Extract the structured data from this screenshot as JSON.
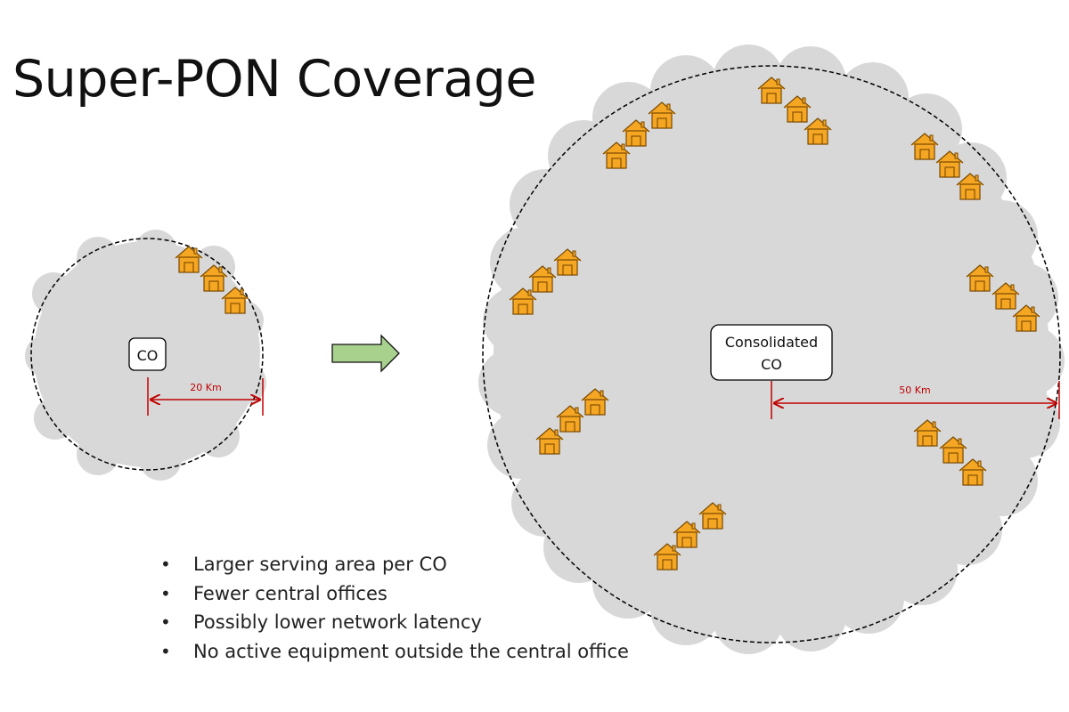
{
  "slide": {
    "title": "Super-PON Coverage",
    "bullets": [
      "Larger serving area per CO",
      "Fewer central offices",
      "Possibly lower network latency",
      "No active equipment outside the central office"
    ],
    "bullet_symbol": "•"
  },
  "small_area": {
    "office_label": "CO",
    "radius_label": "20 Km"
  },
  "transition": {
    "arrow_icon": "right-arrow-icon"
  },
  "large_area": {
    "office_label_line1": "Consolidated",
    "office_label_line2": "CO",
    "radius_label": "50 Km"
  },
  "icons": {
    "house": "house-icon"
  },
  "colors": {
    "coverage_fill": "#d8d8d8",
    "house_fill": "#f5a623",
    "house_stroke": "#7a4a00",
    "arrow_fill": "#a9d18e",
    "arrow_stroke": "#111111",
    "dimension_line": "#c00000",
    "boundary": "#000000"
  }
}
